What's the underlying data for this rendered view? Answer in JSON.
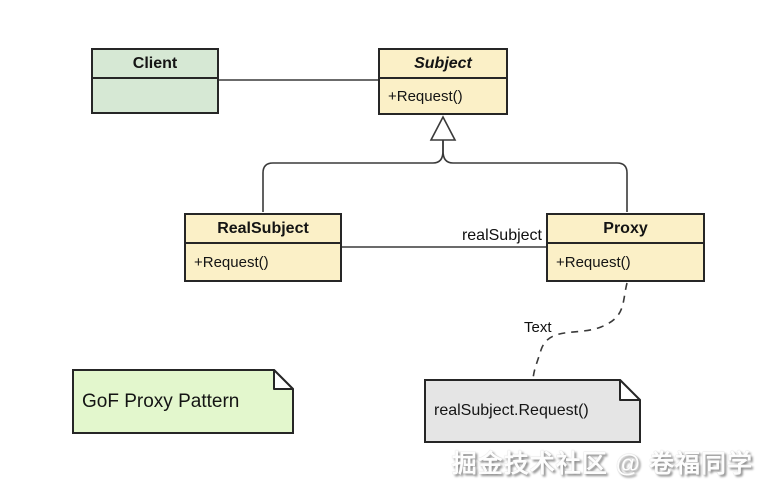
{
  "diagram": {
    "classes": [
      {
        "name": "Client",
        "methods": []
      },
      {
        "name": "Subject",
        "methods": [
          "+Request()"
        ]
      },
      {
        "name": "RealSubject",
        "methods": [
          "+Request()"
        ]
      },
      {
        "name": "Proxy",
        "methods": [
          "+Request()"
        ]
      }
    ],
    "edge_labels": {
      "association": "realSubject",
      "note_link": "Text"
    },
    "notes": [
      {
        "text": "GoF Proxy Pattern"
      },
      {
        "text": "realSubject.Request()"
      }
    ],
    "watermark": "掘金技术社区 @ 卷福同学",
    "colors": {
      "class_fill": "#fbf0c7",
      "client_fill": "#d6e8d4",
      "note_green_fill": "#e3f7cd",
      "note_gray_fill": "#e5e5e5",
      "stroke": "#3a3a3a",
      "border": "#262626",
      "background": "#ffffff"
    }
  }
}
